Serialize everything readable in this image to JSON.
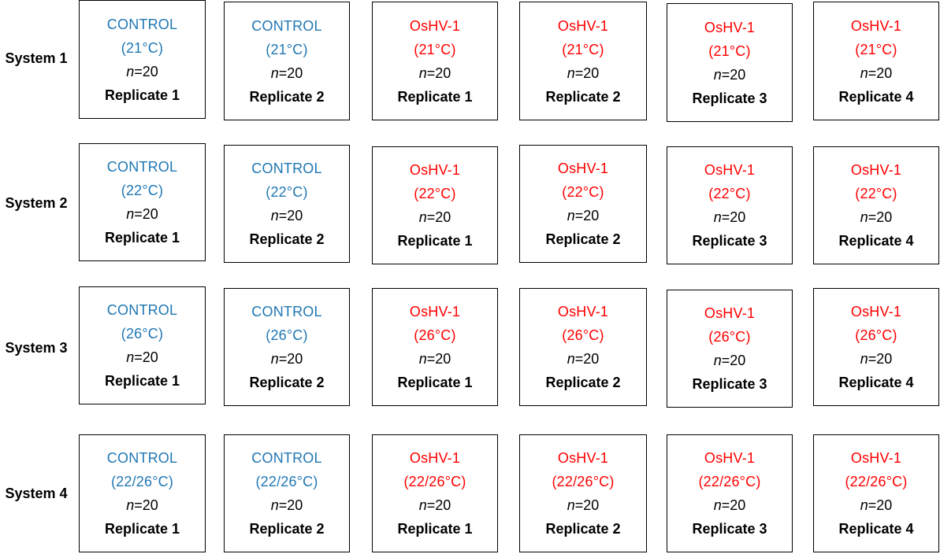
{
  "colors": {
    "control": "#1f77b4",
    "oshv": "#ff0000",
    "text": "#000000",
    "border": "#000000"
  },
  "n_prefix": "n",
  "n_value": "=20",
  "systems": [
    {
      "label": "System 1",
      "boxes": [
        {
          "group": "CONTROL",
          "temp": "(21°C)",
          "replicate": "Replicate 1",
          "type": "control"
        },
        {
          "group": "CONTROL",
          "temp": "(21°C)",
          "replicate": "Replicate 2",
          "type": "control"
        },
        {
          "group": "OsHV-1",
          "temp": "(21°C)",
          "replicate": "Replicate 1",
          "type": "oshv"
        },
        {
          "group": "OsHV-1",
          "temp": "(21°C)",
          "replicate": "Replicate 2",
          "type": "oshv"
        },
        {
          "group": "OsHV-1",
          "temp": "(21°C)",
          "replicate": "Replicate 3",
          "type": "oshv"
        },
        {
          "group": "OsHV-1",
          "temp": "(21°C)",
          "replicate": "Replicate 4",
          "type": "oshv"
        }
      ]
    },
    {
      "label": "System 2",
      "boxes": [
        {
          "group": "CONTROL",
          "temp": "(22°C)",
          "replicate": "Replicate 1",
          "type": "control"
        },
        {
          "group": "CONTROL",
          "temp": "(22°C)",
          "replicate": "Replicate 2",
          "type": "control"
        },
        {
          "group": "OsHV-1",
          "temp": "(22°C)",
          "replicate": "Replicate 1",
          "type": "oshv"
        },
        {
          "group": "OsHV-1",
          "temp": "(22°C)",
          "replicate": "Replicate 2",
          "type": "oshv"
        },
        {
          "group": "OsHV-1",
          "temp": "(22°C)",
          "replicate": "Replicate 3",
          "type": "oshv"
        },
        {
          "group": "OsHV-1",
          "temp": "(22°C)",
          "replicate": "Replicate 4",
          "type": "oshv"
        }
      ]
    },
    {
      "label": "System 3",
      "boxes": [
        {
          "group": "CONTROL",
          "temp": "(26°C)",
          "replicate": "Replicate 1",
          "type": "control"
        },
        {
          "group": "CONTROL",
          "temp": "(26°C)",
          "replicate": "Replicate 2",
          "type": "control"
        },
        {
          "group": "OsHV-1",
          "temp": "(26°C)",
          "replicate": "Replicate 1",
          "type": "oshv"
        },
        {
          "group": "OsHV-1",
          "temp": "(26°C)",
          "replicate": "Replicate 2",
          "type": "oshv"
        },
        {
          "group": "OsHV-1",
          "temp": "(26°C)",
          "replicate": "Replicate 3",
          "type": "oshv"
        },
        {
          "group": "OsHV-1",
          "temp": "(26°C)",
          "replicate": "Replicate 4",
          "type": "oshv"
        }
      ]
    },
    {
      "label": "System 4",
      "boxes": [
        {
          "group": "CONTROL",
          "temp": "(22/26°C)",
          "replicate": "Replicate 1",
          "type": "control"
        },
        {
          "group": "CONTROL",
          "temp": "(22/26°C)",
          "replicate": "Replicate 2",
          "type": "control"
        },
        {
          "group": "OsHV-1",
          "temp": "(22/26°C)",
          "replicate": "Replicate 1",
          "type": "oshv"
        },
        {
          "group": "OsHV-1",
          "temp": "(22/26°C)",
          "replicate": "Replicate 2",
          "type": "oshv"
        },
        {
          "group": "OsHV-1",
          "temp": "(22/26°C)",
          "replicate": "Replicate 3",
          "type": "oshv"
        },
        {
          "group": "OsHV-1",
          "temp": "(22/26°C)",
          "replicate": "Replicate 4",
          "type": "oshv"
        }
      ]
    }
  ]
}
